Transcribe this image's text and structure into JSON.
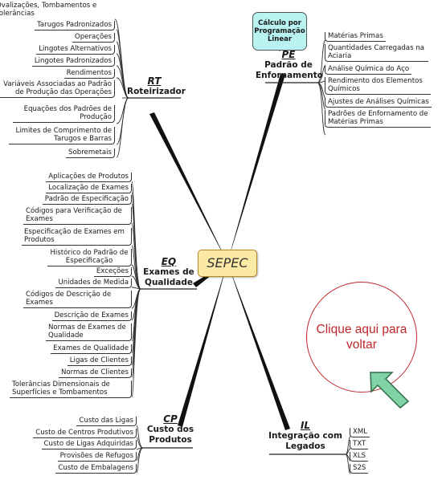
{
  "center": "SEPEC",
  "calc_box": "Cálculo por Programação Linear",
  "back_button": "Clique aqui para voltar",
  "branches": {
    "rt": {
      "code": "RT",
      "label": "Roteirizador"
    },
    "pe": {
      "code": "PE",
      "label": "Padrão de Enfornamento"
    },
    "eq": {
      "code": "EQ",
      "label": "Exames de Qualidade"
    },
    "cp": {
      "code": "CP",
      "label": "Custo dos Produtos"
    },
    "il": {
      "code": "IL",
      "label": "Integração com Legados"
    }
  },
  "rt_items": [
    "Ovalizações, Tombamentos e Tolerâncias",
    "Tarugos Padronizados",
    "Operações",
    "Lingotes Alternativos",
    "Lingotes Padronizados",
    "Rendimentos",
    "Variáveis Associadas ao Padrão de Produção das Operações",
    "Equações dos Padrões de Produção",
    "Limites de Comprimento de Tarugos e Barras",
    "Sobremetais"
  ],
  "pe_items": [
    "Matérias Primas",
    "Quantidades Carregadas na Aciaria",
    "Análise Química do Aço",
    "Rendimento dos Elementos Químicos",
    "Ajustes de Análises Químicas",
    "Padrões de Enfornamento de Matérias Primas"
  ],
  "eq_items": [
    "Aplicações de Produtos",
    "Localização de Exames",
    "Padrão de Especificação",
    "Códigos para Verificação de Exames",
    "Especificação de Exames em Produtos",
    "Histórico do Padrão de Especificação",
    "Exceções",
    "Unidades de Medida",
    "Códigos de Descrição de Exames",
    "Descrição de Exames",
    "Normas de Exames de Qualidade",
    "Exames de Qualidade",
    "Ligas de Clientes",
    "Normas de Clientes",
    "Tolerâncias Dimensionais de Superfícies e Tombamentos"
  ],
  "cp_items": [
    "Custo das Ligas",
    "Custo de Centros Produtivos",
    "Custo de Ligas Adquiridas",
    "Provisões de Refugos",
    "Custo de Embalagens"
  ],
  "il_items": [
    "XML",
    "TXT",
    "XLS",
    "S2S"
  ]
}
